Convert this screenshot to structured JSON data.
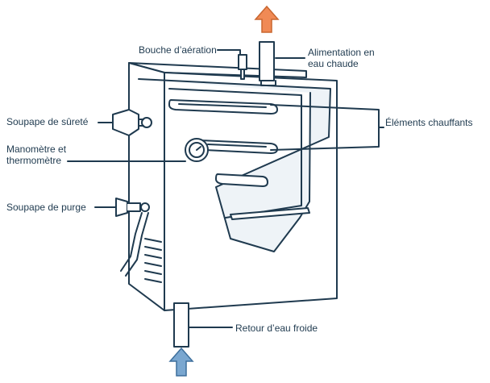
{
  "labels": {
    "vent": "Bouche d’aération",
    "hot_supply_line1": "Alimentation en",
    "hot_supply_line2": "eau chaude",
    "heating_elements": "Éléments chauffants",
    "safety_valve": "Soupape de sûreté",
    "gauge_line1": "Manomètre et",
    "gauge_line2": "thermomètre",
    "drain_valve": "Soupape de purge",
    "cold_return": "Retour d’eau froide"
  },
  "colors": {
    "line": "#1f3a4f",
    "hot_arrow": "#f08a55",
    "cold_arrow": "#7aa7d0",
    "fill_light": "#ffffff",
    "fill_shade": "#eef3f7"
  },
  "icons": {
    "hot_arrow": "arrow-up-icon",
    "cold_arrow": "arrow-up-icon"
  }
}
